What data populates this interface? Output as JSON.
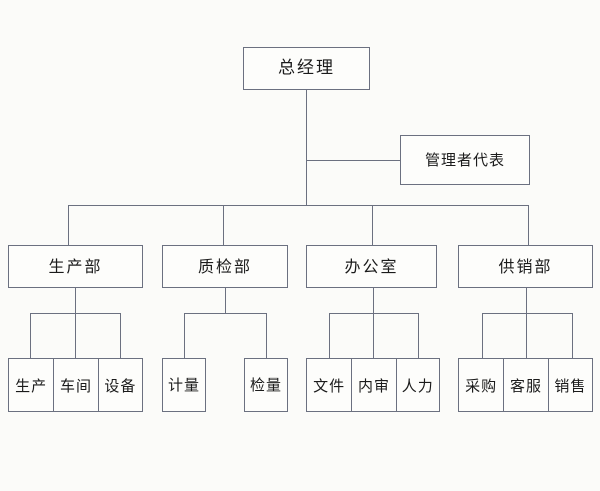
{
  "chart_meta": {
    "type": "org-chart",
    "title_text": "",
    "background_color": "#fbfbf9",
    "line_color": "#6b7080",
    "box_fill_color": "#fdfdfb",
    "text_color": "#1b1b1b"
  },
  "nodes": {
    "top": {
      "label": "总经理"
    },
    "staff": {
      "label": "管理者代表"
    },
    "departments": [
      {
        "label": "生产部",
        "children": [
          {
            "label": "生产"
          },
          {
            "label": "车间"
          },
          {
            "label": "设备"
          }
        ]
      },
      {
        "label": "质检部",
        "children": [
          {
            "label": "计量"
          },
          {
            "label": "检量"
          }
        ]
      },
      {
        "label": "办公室",
        "children": [
          {
            "label": "文件"
          },
          {
            "label": "内审"
          },
          {
            "label": "人力"
          }
        ]
      },
      {
        "label": "供销部",
        "children": [
          {
            "label": "采购"
          },
          {
            "label": "客服"
          },
          {
            "label": "销售"
          }
        ]
      }
    ]
  }
}
